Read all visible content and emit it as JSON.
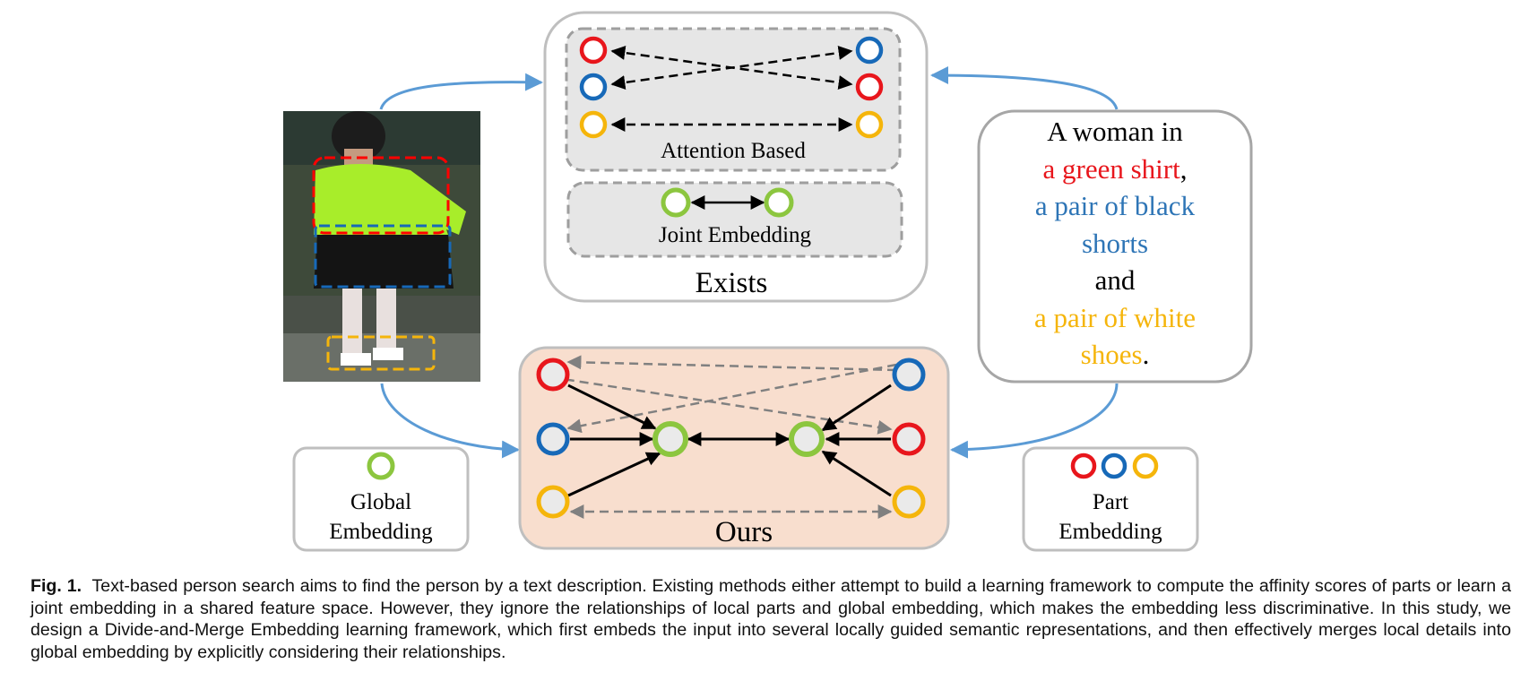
{
  "figure": {
    "exists_panel": {
      "title": "Exists",
      "attention_label": "Attention Based",
      "joint_label": "Joint Embedding"
    },
    "ours_panel": {
      "title": "Ours"
    },
    "global_legend": {
      "line1": "Global",
      "line2": "Embedding"
    },
    "part_legend": {
      "line1": "Part",
      "line2": "Embedding"
    },
    "text_description": {
      "l1": "A woman in",
      "l2a": "a green shirt",
      "l2b": ",",
      "l3": "a pair of black",
      "l4": "shorts",
      "l5": "and",
      "l6": "a pair of white",
      "l7a": "shoes",
      "l7b": "."
    },
    "colors": {
      "red": "#e8161c",
      "blue": "#1769b8",
      "yellow": "#f5b50b",
      "green": "#8cc63f",
      "arrow_blue": "#5b9bd5",
      "ours_fill": "#f8dece",
      "panel_gray": "#e6e6e6"
    }
  },
  "caption": {
    "label": "Fig. 1.",
    "text": "Text-based person search aims to find the person by a text description. Existing methods either attempt to build a learning framework to compute the affinity scores of parts or learn a joint embedding in a shared feature space. However, they ignore the relationships of local parts and global embedding, which makes the embedding less discriminative. In this study, we design a Divide-and-Merge Embedding learning framework, which first embeds the input into several locally guided semantic representations, and then effectively merges local details into global embedding by explicitly considering their relationships."
  }
}
